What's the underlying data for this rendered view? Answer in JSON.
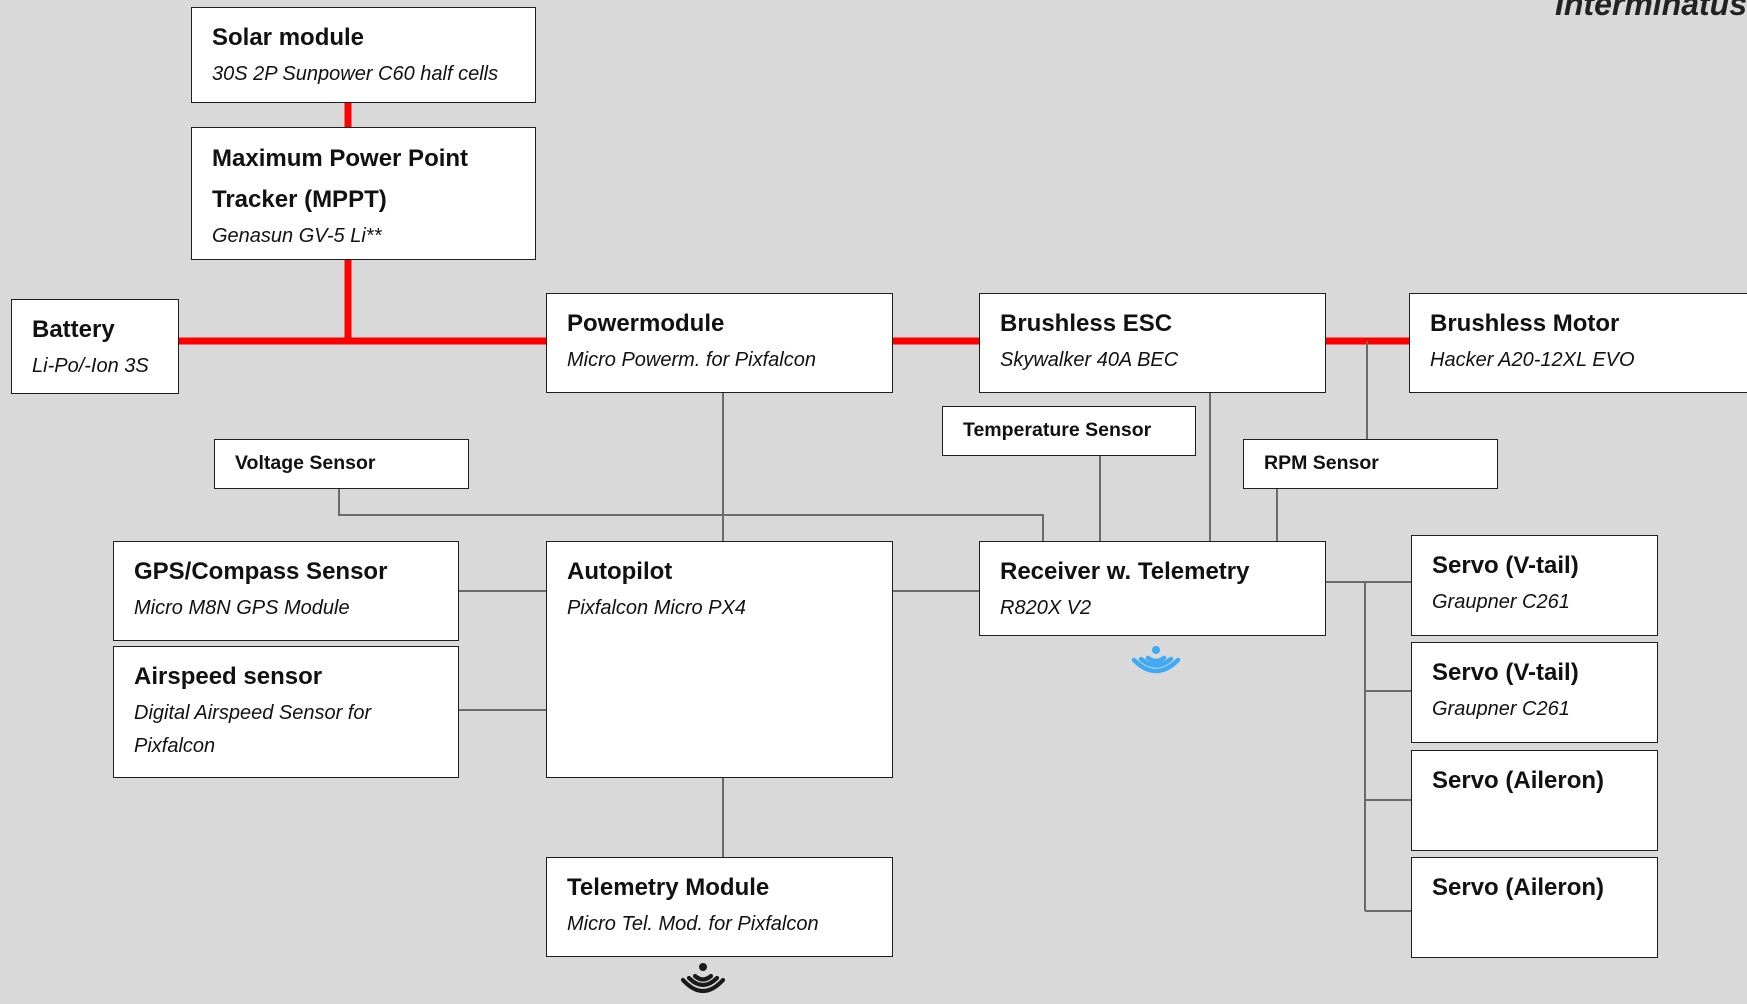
{
  "title": "Interminatus",
  "colors": {
    "power_line": "#ff0000",
    "signal_line": "#6b6b6b",
    "background": "#d9d9d9",
    "wireless_rx": "#3fa9f5",
    "wireless_tm": "#1a1a1a"
  },
  "components": {
    "solar": {
      "title": "Solar module",
      "subtitle": "30S 2P Sunpower C60 half cells"
    },
    "mppt": {
      "title_line1": "Maximum Power Point",
      "title_line2": "Tracker (MPPT)",
      "subtitle": "Genasun GV-5 Li**"
    },
    "battery": {
      "title": "Battery",
      "subtitle": "Li-Po/-Ion 3S"
    },
    "powermodule": {
      "title": "Powermodule",
      "subtitle": "Micro Powerm. for Pixfalcon"
    },
    "esc": {
      "title": "Brushless ESC",
      "subtitle": "Skywalker 40A BEC"
    },
    "motor": {
      "title": "Brushless Motor",
      "subtitle": "Hacker A20-12XL EVO"
    },
    "voltage_sensor": {
      "title": "Voltage Sensor"
    },
    "temperature_sensor": {
      "title": "Temperature Sensor"
    },
    "rpm_sensor": {
      "title": "RPM Sensor"
    },
    "gps": {
      "title": "GPS/Compass Sensor",
      "subtitle": "Micro M8N GPS Module"
    },
    "airspeed": {
      "title": "Airspeed sensor",
      "subtitle_line1": "Digital Airspeed Sensor for",
      "subtitle_line2": "Pixfalcon"
    },
    "autopilot": {
      "title": "Autopilot",
      "subtitle": "Pixfalcon Micro PX4"
    },
    "receiver": {
      "title": "Receiver w. Telemetry",
      "subtitle": "R820X V2"
    },
    "telemetry_module": {
      "title": "Telemetry Module",
      "subtitle": "Micro Tel. Mod. for Pixfalcon"
    },
    "servo_vtail_1": {
      "title": "Servo (V-tail)",
      "subtitle": "Graupner C261"
    },
    "servo_vtail_2": {
      "title": "Servo (V-tail)",
      "subtitle": "Graupner C261"
    },
    "servo_aileron_1": {
      "title": "Servo (Aileron)"
    },
    "servo_aileron_2": {
      "title": "Servo (Aileron)"
    }
  },
  "icons": {
    "receiver_wireless": "wireless-signal-icon",
    "telemetry_wireless": "wireless-signal-icon"
  }
}
